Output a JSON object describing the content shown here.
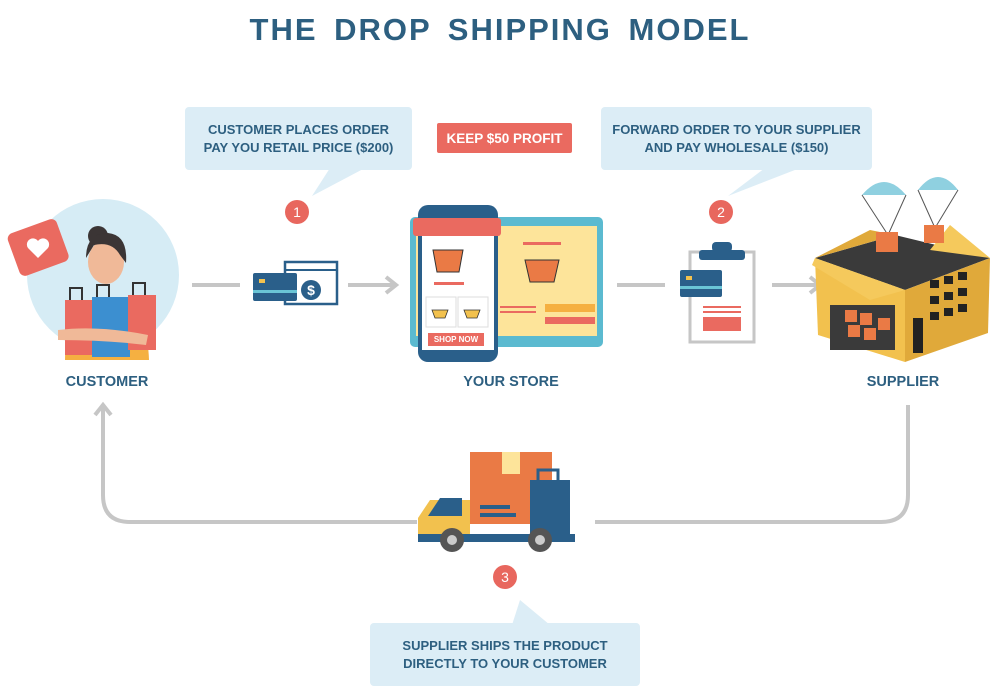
{
  "title": "THE DROP SHIPPING MODEL",
  "steps": [
    {
      "number": "1",
      "callout_lines": [
        "CUSTOMER PLACES ORDER",
        "PAY YOU RETAIL PRICE ($200)"
      ]
    },
    {
      "number": "2",
      "callout_lines": [
        "FORWARD ORDER TO YOUR SUPPLIER",
        "AND PAY WHOLESALE ($150)"
      ]
    },
    {
      "number": "3",
      "callout_lines": [
        "SUPPLIER SHIPS THE PRODUCT",
        "DIRECTLY TO YOUR CUSTOMER"
      ]
    }
  ],
  "profit_tag": "KEEP $50 PROFIT",
  "nodes": {
    "customer": "CUSTOMER",
    "store": "YOUR STORE",
    "supplier": "SUPPLIER"
  },
  "store_button": "SHOP NOW",
  "colors": {
    "primary": "#2d5f80",
    "accent": "#e8675e",
    "callout_bg": "#dcedf6",
    "connector": "#c6c6c6",
    "yellow": "#f2c14e"
  }
}
